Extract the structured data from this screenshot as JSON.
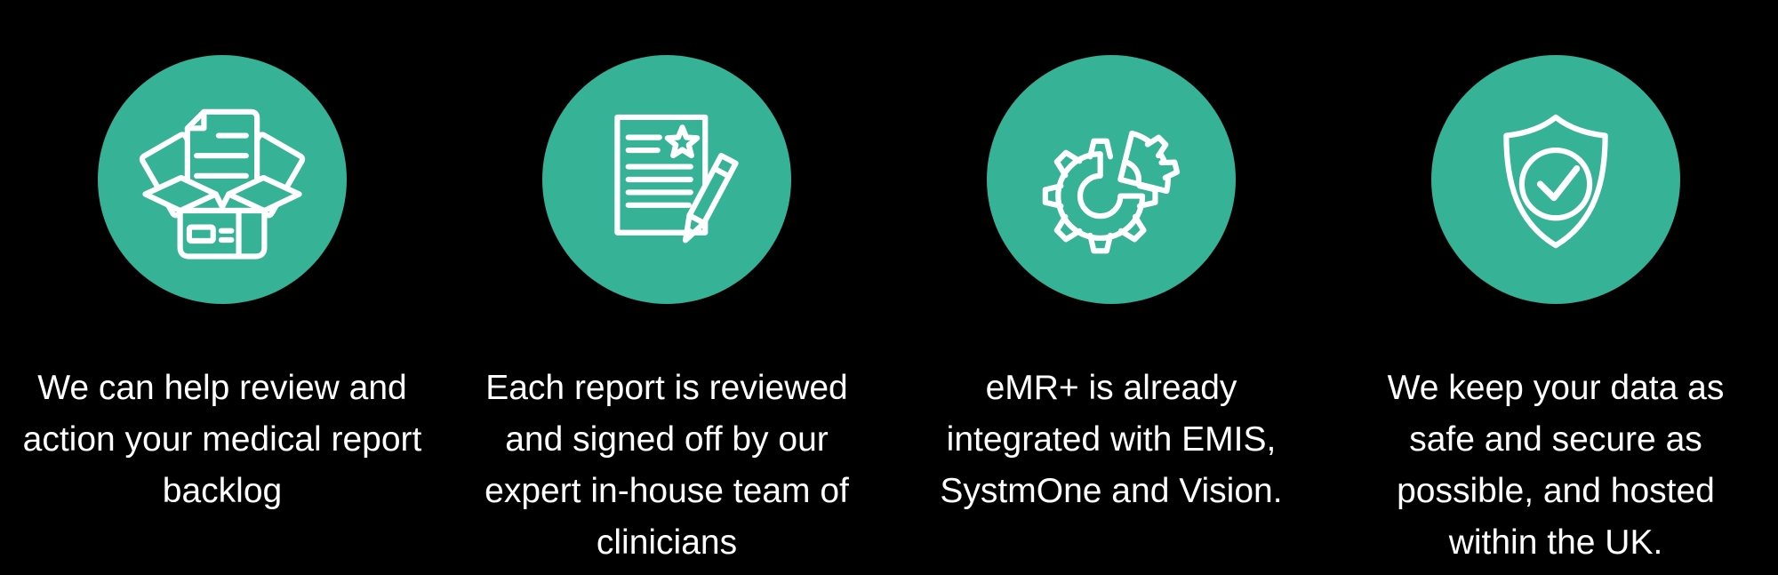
{
  "colors": {
    "background": "#000000",
    "accent": "#36b297",
    "icon_stroke": "#ffffff",
    "text": "#ffffff"
  },
  "features": [
    {
      "icon": "open-box-documents-icon",
      "caption": "We can help review and\naction your medical report\nbacklog"
    },
    {
      "icon": "document-star-pencil-icon",
      "caption": "Each report is reviewed\nand signed off by our\nexpert in-house team of\nclinicians"
    },
    {
      "icon": "gear-pie-chart-icon",
      "caption": "eMR+ is already\nintegrated with EMIS,\nSystmOne and Vision."
    },
    {
      "icon": "shield-check-icon",
      "caption": "We keep your data as\nsafe and secure as\npossible, and hosted\nwithin the UK."
    }
  ]
}
